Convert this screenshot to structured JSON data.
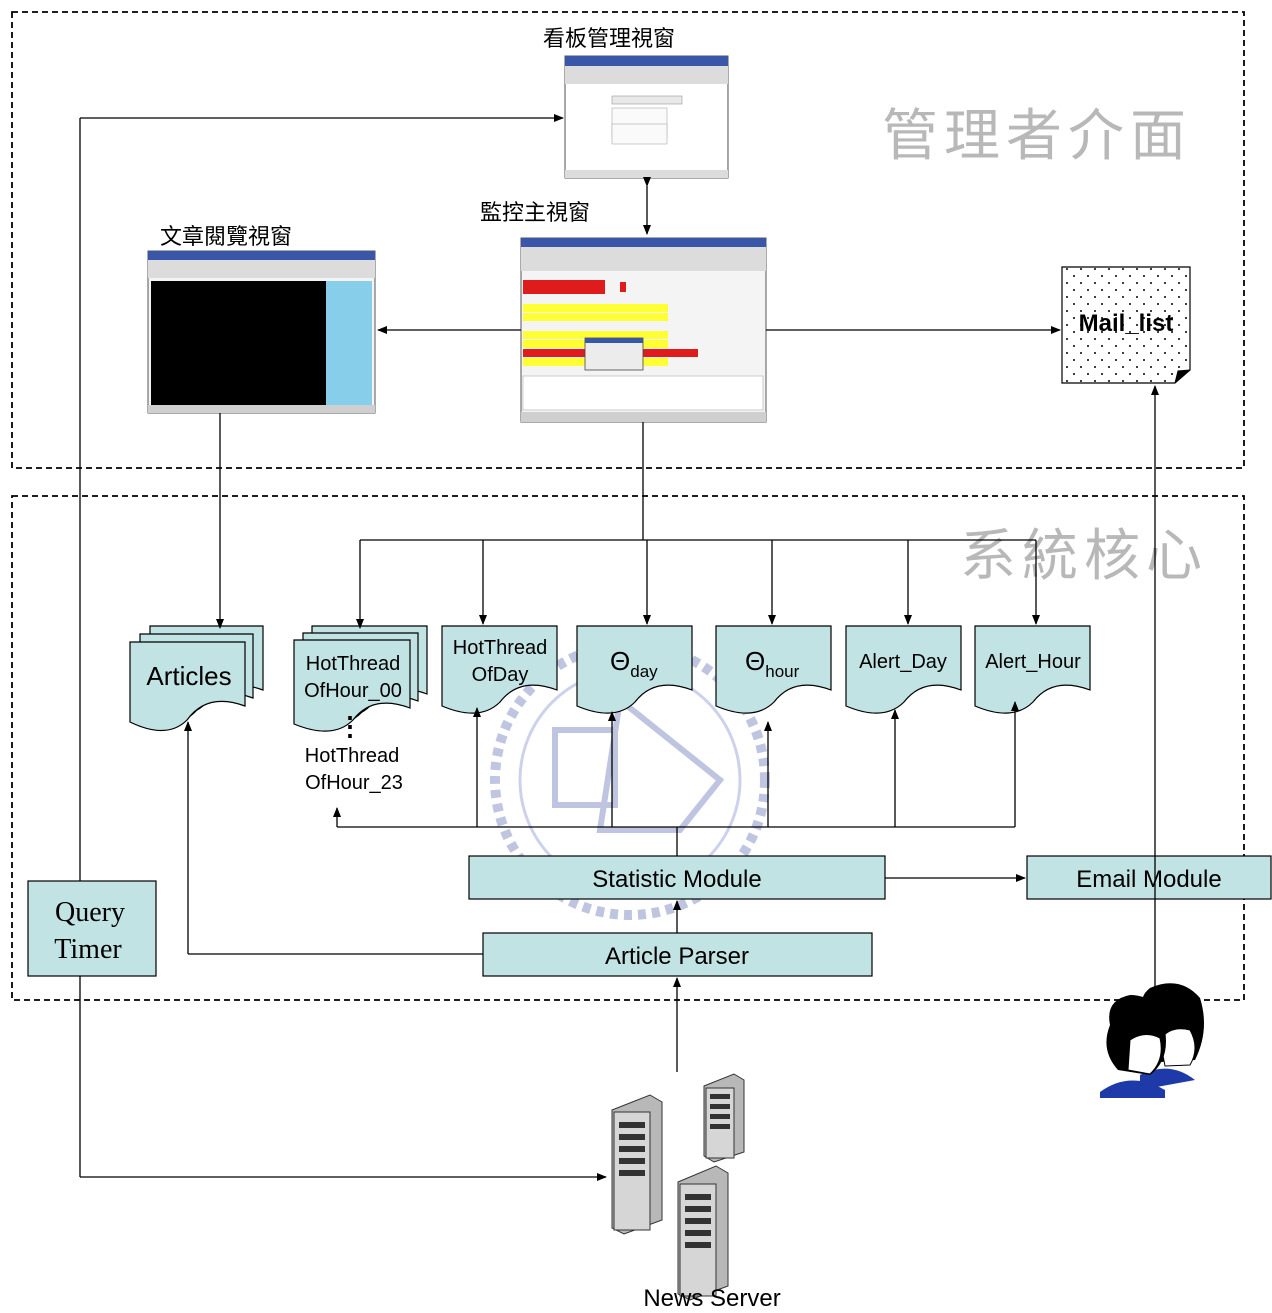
{
  "zones": {
    "admin_label": "管理者介面",
    "core_label": "系統核心"
  },
  "windows": {
    "board_mgmt": "看板管理視窗",
    "monitor_main": "監控主視窗",
    "article_view": "文章閱覽視窗"
  },
  "files": {
    "mail_list": "Mail_list",
    "articles": "Articles",
    "hot_hour_top_1": "HotThread",
    "hot_hour_top_2": "OfHour_00",
    "hot_hour_dots": "⋮",
    "hot_hour_last_1": "HotThread",
    "hot_hour_last_2": "OfHour_23",
    "hot_day_1": "HotThread",
    "hot_day_2": "OfDay",
    "theta_day_symbol": "Θ",
    "theta_day_sub": "day",
    "theta_hour_symbol": "Θ",
    "theta_hour_sub": "hour",
    "alert_day": "Alert_Day",
    "alert_hour": "Alert_Hour"
  },
  "modules": {
    "statistic": "Statistic Module",
    "email": "Email Module",
    "parser": "Article Parser",
    "query_timer_1": "Query",
    "query_timer_2": "Timer"
  },
  "server": {
    "label": "News Server"
  },
  "colors": {
    "module_fill": "#c2e3e3",
    "highlight_yellow": "#ffff00",
    "highlight_red": "#ff0000",
    "terminal_bg": "#000000",
    "terminal_side": "#87ceeb"
  }
}
